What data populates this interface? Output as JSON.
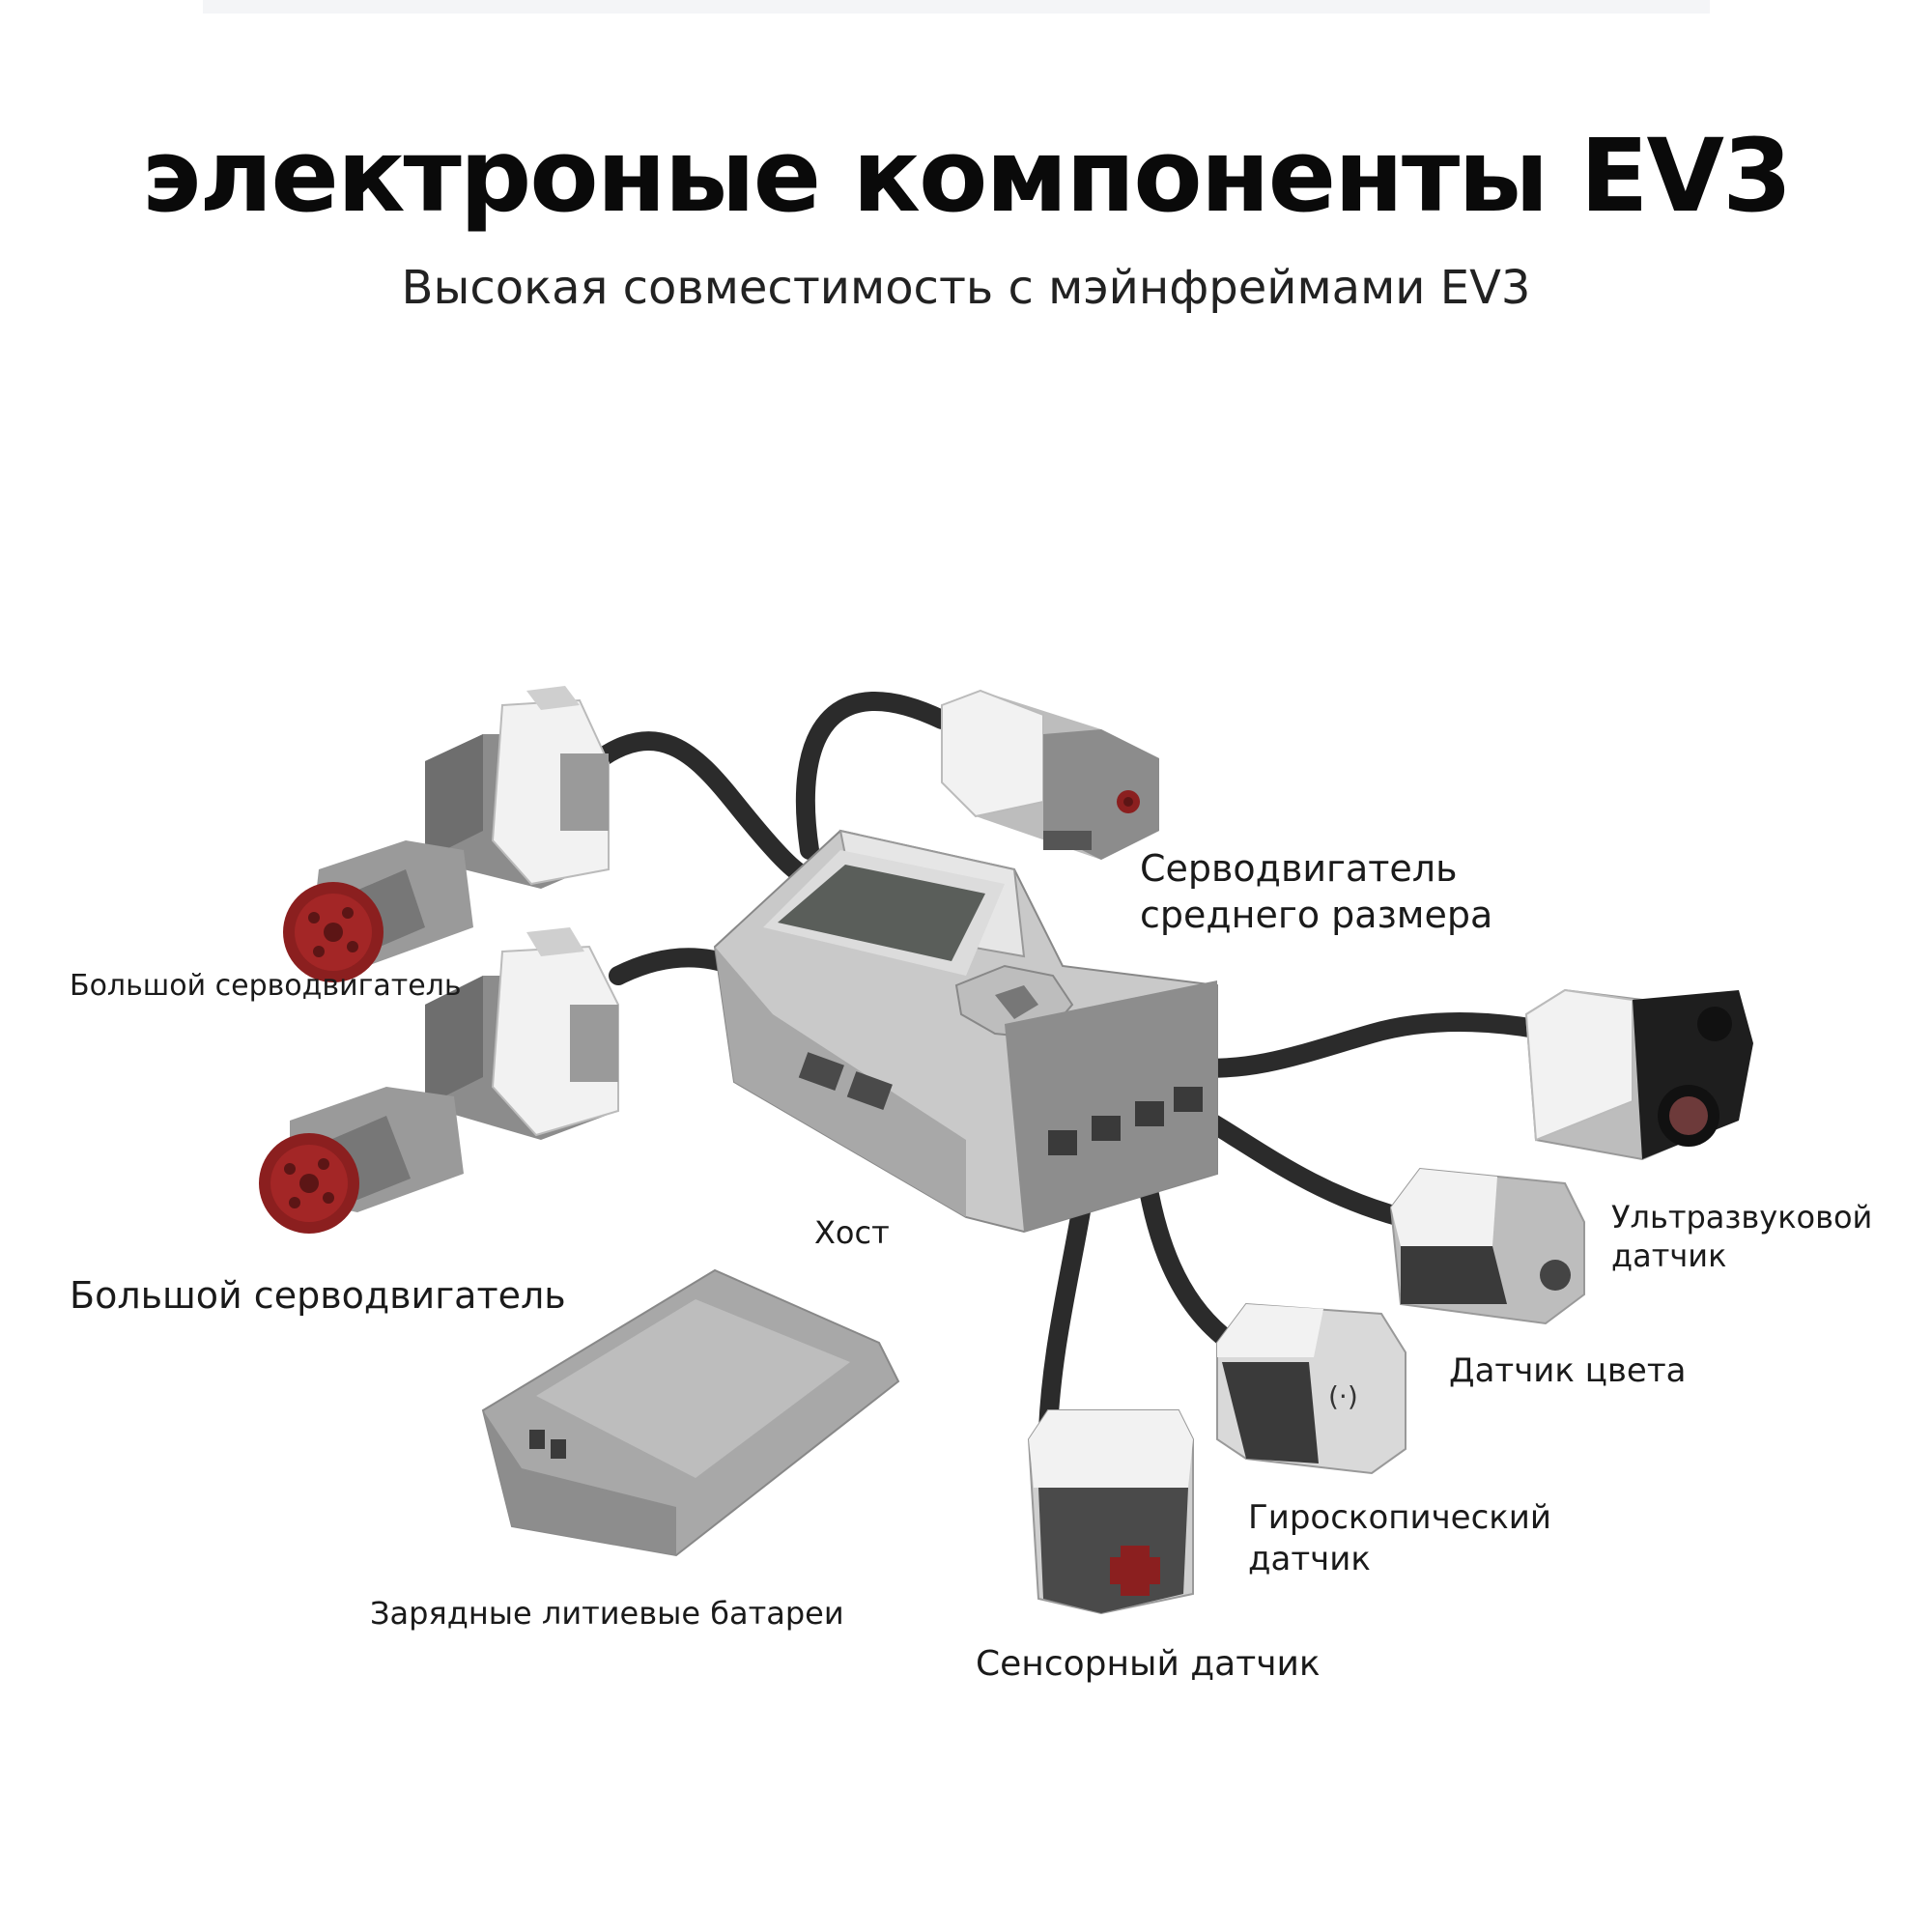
{
  "header": {
    "title": "электроные компоненты EV3",
    "subtitle": "Высокая совместимость с мэйнфреймами EV3"
  },
  "labels": {
    "large_motor_1": "Большой серводвигатель",
    "large_motor_2": "Большой серводвигатель",
    "medium_motor_line1": "Серводвигатель",
    "medium_motor_line2": "среднего размера",
    "host": "Хост",
    "ultrasonic_line1": "Ультразвуковой",
    "ultrasonic_line2": "датчик",
    "color_sensor": "Датчик цвета",
    "gyro_line1": "Гироскопический",
    "gyro_line2": "датчик",
    "battery": "Зарядные литиевые батареи",
    "touch_sensor": "Сенсорный датчик"
  },
  "colors": {
    "cable": "#2b2b2b",
    "body_gray": "#9a9a9a",
    "light_gray": "#d4d4d4",
    "white_part": "#f2f2f2",
    "dark_gray": "#5c5c5c",
    "hub_red": "#8b1f1f",
    "screen": "#5a5e5a"
  }
}
